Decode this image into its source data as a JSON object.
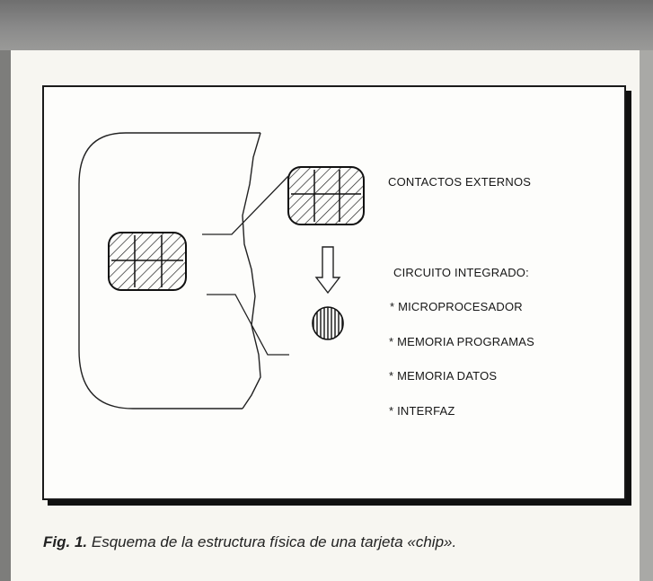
{
  "labels": {
    "contacts": "CONTACTOS EXTERNOS",
    "circuit": "CIRCUITO INTEGRADO:",
    "micro": "* MICROPROCESADOR",
    "mem_prog": "* MEMORIA PROGRAMAS",
    "mem_data": "* MEMORIA DATOS",
    "interface": "* INTERFAZ"
  },
  "caption": {
    "fig": "Fig. 1.",
    "text": "Esquema de la estructura física de una tarjeta «chip»."
  }
}
